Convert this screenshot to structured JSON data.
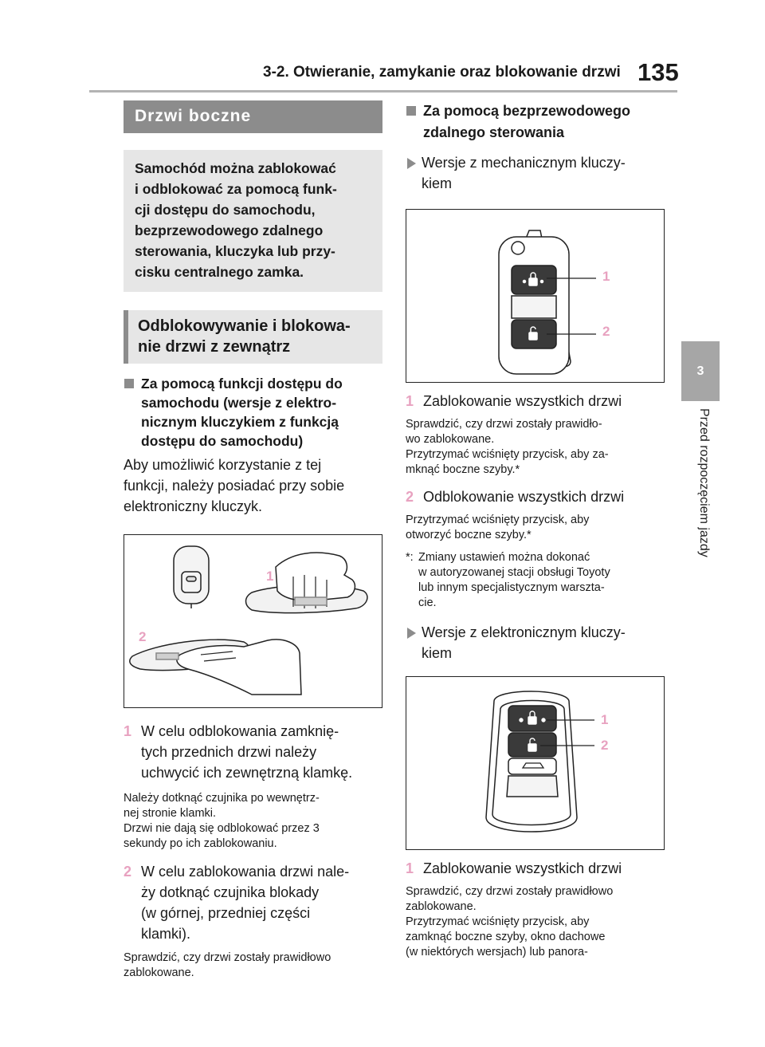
{
  "header": {
    "section_title": "3-2. Otwieranie, zamykanie oraz blokowanie drzwi",
    "page_number": "135"
  },
  "side_tab": {
    "number": "3",
    "label": "Przed rozpoczęciem jazdy"
  },
  "left": {
    "heading": "Drzwi boczne",
    "info_lines": [
      "Samochód można zablokować",
      "i odblokować za pomocą funk-",
      "cji dostępu do samochodu,",
      "bezprzewodowego zdalnego",
      "sterowania, kluczyka lub przy-",
      "cisku centralnego zamka."
    ],
    "subheading_lines": [
      "Odblokowywanie i blokowa-",
      "nie drzwi z zewnątrz"
    ],
    "smart_heading_lines": [
      "Za pomocą funkcji dostępu do",
      "samochodu (wersje z elektro-",
      "nicznym kluczykiem z funkcją",
      "dostępu do samochodu)"
    ],
    "smart_body_lines": [
      "Aby umożliwić korzystanie z tej",
      "funkcji, należy posiadać przy sobie",
      "elektroniczny kluczyk."
    ],
    "figure_labels": {
      "one": "1",
      "two": "2"
    },
    "item1": {
      "num": "1",
      "lines": [
        "W celu odblokowania zamknię-",
        "tych przednich drzwi należy",
        "uchwycić ich zewnętrzną klamkę."
      ],
      "notes": [
        "Należy dotknąć czujnika po wewnętrz-",
        "nej stronie klamki.",
        "Drzwi nie dają się odblokować przez 3",
        "sekundy po ich zablokowaniu."
      ]
    },
    "item2": {
      "num": "2",
      "lines": [
        "W celu zablokowania drzwi nale-",
        "ży dotknąć czujnika blokady",
        "(w górnej, przedniej części",
        "klamki)."
      ],
      "notes": [
        "Sprawdzić, czy drzwi zostały prawidłowo",
        "zablokowane."
      ]
    }
  },
  "right": {
    "remote_heading_lines": [
      "Za pomocą bezprzewodowego",
      "zdalnego sterowania"
    ],
    "mech_heading_lines": [
      "Wersje z mechanicznym kluczy-",
      "kiem"
    ],
    "figure1_labels": {
      "one": "1",
      "two": "2"
    },
    "mech_item1": {
      "num": "1",
      "text": "Zablokowanie wszystkich drzwi",
      "notes": [
        "Sprawdzić, czy drzwi zostały prawidło-",
        "wo zablokowane.",
        "Przytrzymać wciśnięty przycisk, aby za-",
        "mknąć boczne szyby.*"
      ]
    },
    "mech_item2": {
      "num": "2",
      "text": "Odblokowanie wszystkich drzwi",
      "notes": [
        "Przytrzymać wciśnięty przycisk, aby",
        "otworzyć boczne szyby.*"
      ]
    },
    "footnote": {
      "mark": "*:",
      "lines": [
        "Zmiany ustawień można dokonać",
        "w autoryzowanej stacji obsługi Toyoty",
        "lub innym specjalistycznym warszta-",
        "cie."
      ]
    },
    "elec_heading_lines": [
      "Wersje z elektronicznym kluczy-",
      "kiem"
    ],
    "figure2_labels": {
      "one": "1",
      "two": "2"
    },
    "elec_item1": {
      "num": "1",
      "text": "Zablokowanie wszystkich drzwi",
      "notes": [
        "Sprawdzić, czy drzwi zostały prawidłowo",
        "zablokowane.",
        "Przytrzymać wciśnięty przycisk, aby",
        "zamknąć boczne szyby, okno dachowe",
        "(w niektórych wersjach) lub panora-"
      ]
    }
  },
  "colors": {
    "heading_gray": "#8c8c8c",
    "box_gray": "#e6e6e6",
    "accent_pink": "#e8a2c0"
  }
}
